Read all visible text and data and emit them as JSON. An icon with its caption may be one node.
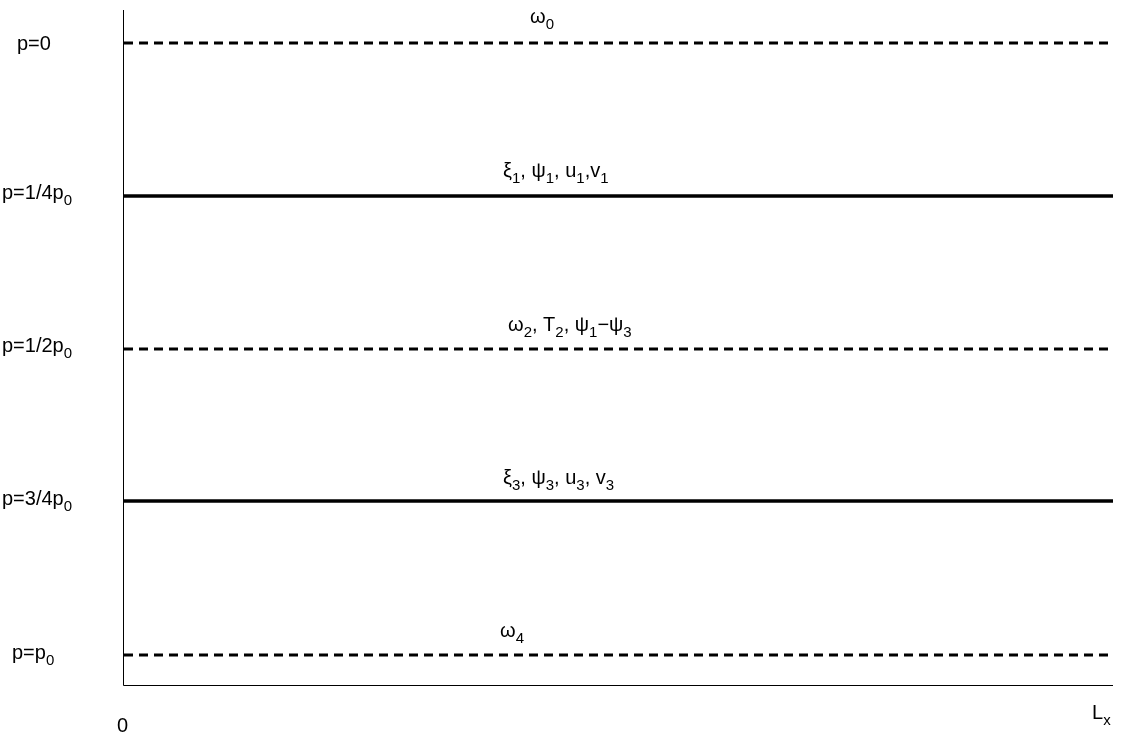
{
  "diagram": {
    "labels": [
      "p=0",
      "ω$_{0}$",
      "p=1/4p$_{0}$",
      "ξ$_{1}$, ψ$_{1}$, u$_{1}$,v$_{1}$",
      "p=1/2p$_{0}$",
      "ω$_{2}$, T$_{2}$, ψ$_{1}$−ψ$_{3}$",
      "p=3/4p$_{0}$",
      "ξ$_{3}$, ψ$_{3}$, u$_{3}$, v$_{3}$",
      "p=p$_{0}$",
      "ω$_{4}$",
      "0",
      "L$_{x}$"
    ]
  }
}
